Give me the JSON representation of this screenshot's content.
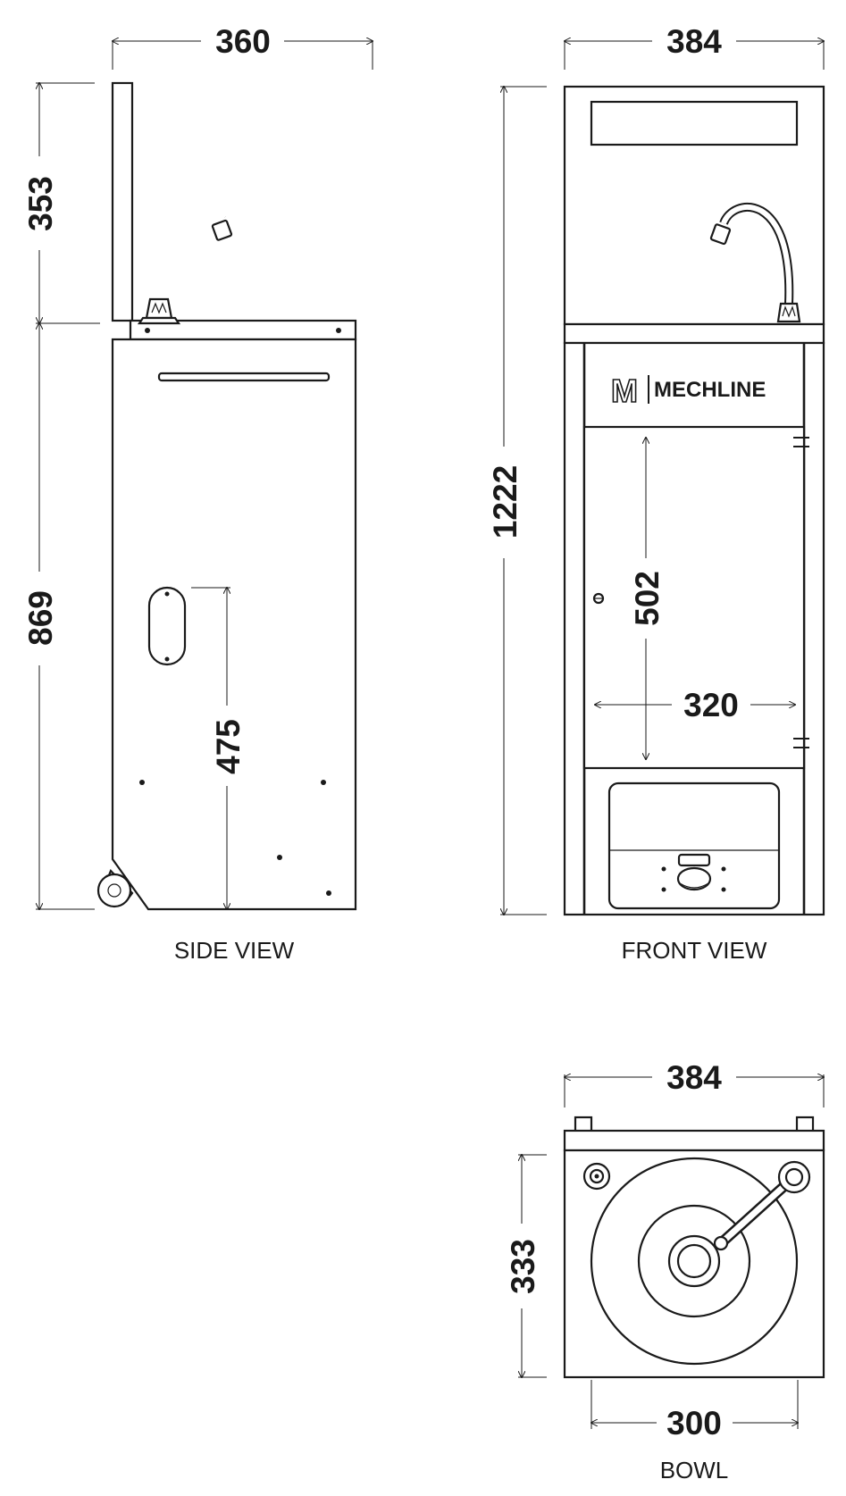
{
  "colors": {
    "ink": "#1a1a1a",
    "background": "#ffffff"
  },
  "views": {
    "side": {
      "caption": "SIDE VIEW"
    },
    "front": {
      "caption": "FRONT VIEW"
    },
    "bowl": {
      "caption": "BOWL"
    }
  },
  "dimensions": {
    "side_width": "360",
    "side_upper_height": "353",
    "side_lower_height": "869",
    "side_inner_height": "475",
    "front_width": "384",
    "front_total_height": "1222",
    "front_door_height": "502",
    "front_door_width": "320",
    "bowl_width": "384",
    "bowl_depth": "333",
    "bowl_diameter": "300"
  },
  "brand": {
    "logo_letter": "M",
    "name": "MECHLINE"
  },
  "icons": [
    "tap-icon",
    "push-button-icon",
    "caster-wheel-icon",
    "drain-icon",
    "soap-dispenser-icon"
  ]
}
